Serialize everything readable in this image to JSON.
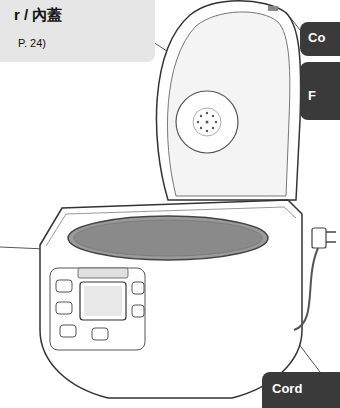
{
  "diagram": {
    "nodes": [
      {
        "text": [
          "r / 內蓋",
          "P. 24)"
        ]
      },
      {
        "text": [
          "Co"
        ]
      },
      {
        "text": [
          "F"
        ]
      },
      {
        "text": [
          "Cord"
        ]
      }
    ]
  }
}
